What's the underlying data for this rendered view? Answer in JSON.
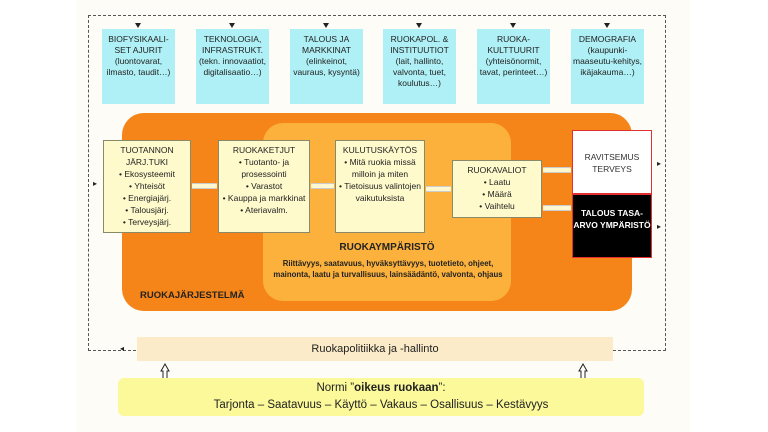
{
  "drivers": [
    {
      "title": "BIOFYSIKAALI-SET AJURIT",
      "desc": "(luontovarat, ilmasto, taudit…)"
    },
    {
      "title": "TEKNOLOGIA, INFRASTRUKT.",
      "desc": "(tekn. innovaatiot, digitalisaatio…)"
    },
    {
      "title": "TALOUS JA MARKKINAT",
      "desc": "(elinkeinot, vauraus, kysyntä)"
    },
    {
      "title": "RUOKAPOL. & INSTITUUTIOT",
      "desc": "(lait, hallinto, valvonta, tuet, koulutus…)"
    },
    {
      "title": "RUOKA-KULTTUURIT",
      "desc": "(yhteisönormit, tavat, perinteet…)"
    },
    {
      "title": "DEMOGRAFIA",
      "desc": "(kaupunki-maaseutu-kehitys, ikäjakauma…)"
    }
  ],
  "production": {
    "title": "TUOTANNON JÄRJ.TUKI",
    "items": [
      "Ekosysteemit",
      "Yhteisöt",
      "Energiajärj.",
      "Talousjärj.",
      "Terveysjärj."
    ]
  },
  "chains": {
    "title": "RUOKAKETJUT",
    "items": [
      "Tuotanto- ja prosessointi",
      "Varastot",
      "Kauppa ja markkinat",
      "Ateriavalm."
    ]
  },
  "consumption": {
    "title": "KULUTUSKÄYTÖS",
    "items": [
      "Mitä ruokia missä milloin ja miten",
      "Tietoisuus valintojen vaikutuksista"
    ]
  },
  "diets": {
    "title": "RUOKAVALIOT",
    "items": [
      "Laatu",
      "Määrä",
      "Vaihtelu"
    ]
  },
  "environment": {
    "title": "RUOKAYMPÄRISTÖ",
    "text": "Riittävyys, saatavuus, hyväksyttävyys, tuotetieto, ohjeet, mainonta, laatu ja turvallisuus, lainsäädäntö, valvonta, ohjaus"
  },
  "system_label": "RUOKAJÄRJESTELMÄ",
  "outcome_nutrition": "RAVITSEMUS TERVEYS",
  "outcome_economy": "TALOUS TASA-ARVO YMPÄRISTÖ",
  "policy": "Ruokapolitiikka ja -hallinto",
  "norm": {
    "prefix": "Normi ”",
    "bold": "oikeus ruokaan",
    "suffix": "”:",
    "line2": "Tarjonta – Saatavuus – Käyttö – Vakaus – Osallisuus – Kestävyys"
  }
}
